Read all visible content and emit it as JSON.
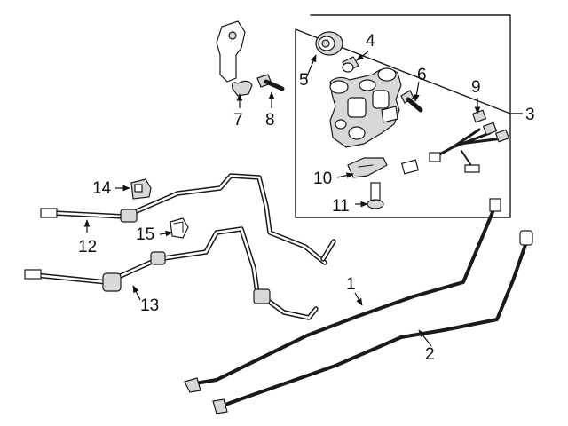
{
  "callouts": [
    {
      "id": "1",
      "label": "1"
    },
    {
      "id": "2",
      "label": "2"
    },
    {
      "id": "3",
      "label": "3"
    },
    {
      "id": "4",
      "label": "4"
    },
    {
      "id": "5",
      "label": "5"
    },
    {
      "id": "6",
      "label": "6"
    },
    {
      "id": "7",
      "label": "7"
    },
    {
      "id": "8",
      "label": "8"
    },
    {
      "id": "9",
      "label": "9"
    },
    {
      "id": "10",
      "label": "10"
    },
    {
      "id": "11",
      "label": "11"
    },
    {
      "id": "12",
      "label": "12"
    },
    {
      "id": "13",
      "label": "13"
    },
    {
      "id": "14",
      "label": "14"
    },
    {
      "id": "15",
      "label": "15"
    }
  ],
  "colors": {
    "line": "#1a1a1a",
    "background": "#ffffff"
  }
}
